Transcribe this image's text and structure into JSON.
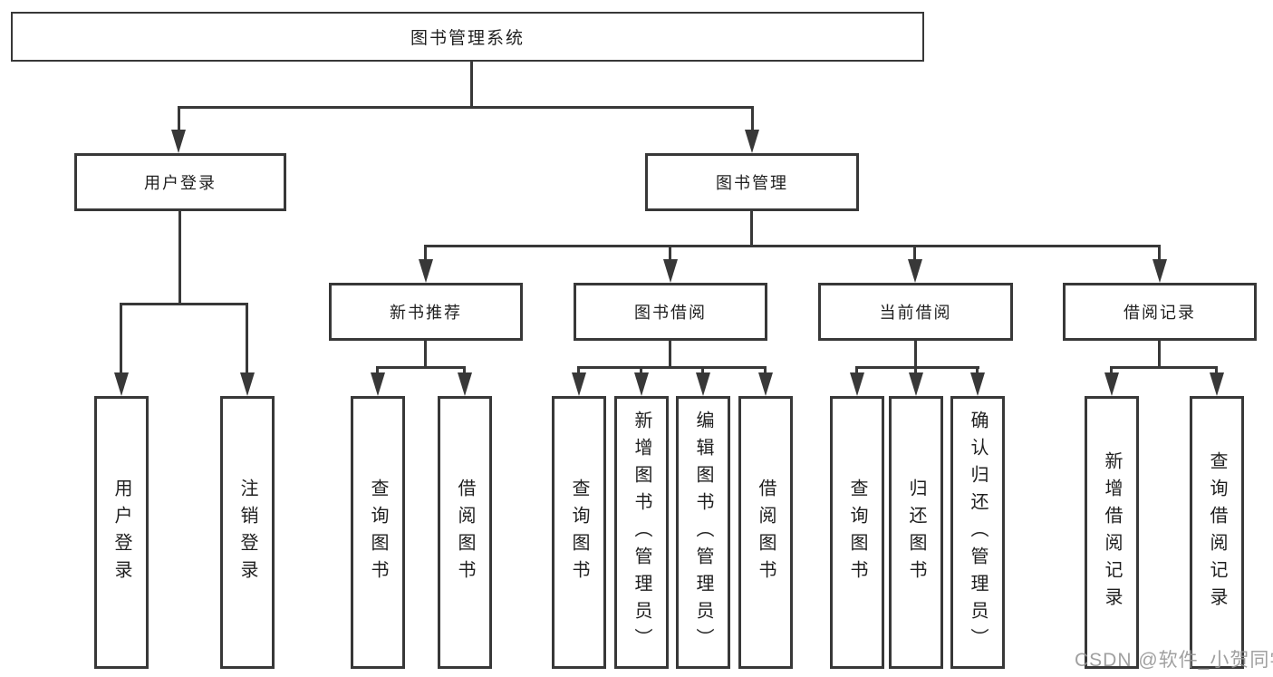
{
  "tree": {
    "label": "图书管理系统",
    "children": [
      {
        "label": "用户登录",
        "children": [
          {
            "label": "用户登录"
          },
          {
            "label": "注销登录"
          }
        ]
      },
      {
        "label": "图书管理",
        "children": [
          {
            "label": "新书推荐",
            "children": [
              {
                "label": "查询图书"
              },
              {
                "label": "借阅图书"
              }
            ]
          },
          {
            "label": "图书借阅",
            "children": [
              {
                "label": "查询图书"
              },
              {
                "label": "新增图书（管理员）"
              },
              {
                "label": "编辑图书（管理员）"
              },
              {
                "label": "借阅图书"
              }
            ]
          },
          {
            "label": "当前借阅",
            "children": [
              {
                "label": "查询图书"
              },
              {
                "label": "归还图书"
              },
              {
                "label": "确认归还（管理员）"
              }
            ]
          },
          {
            "label": "借阅记录",
            "children": [
              {
                "label": "新增借阅记录"
              },
              {
                "label": "查询借阅记录"
              }
            ]
          }
        ]
      }
    ]
  },
  "watermark": "CSDN @软件_小贺同学",
  "colors": {
    "line": "#383838",
    "text": "#1f1f1f",
    "watermark": "#969696",
    "background": "#ffffff"
  }
}
